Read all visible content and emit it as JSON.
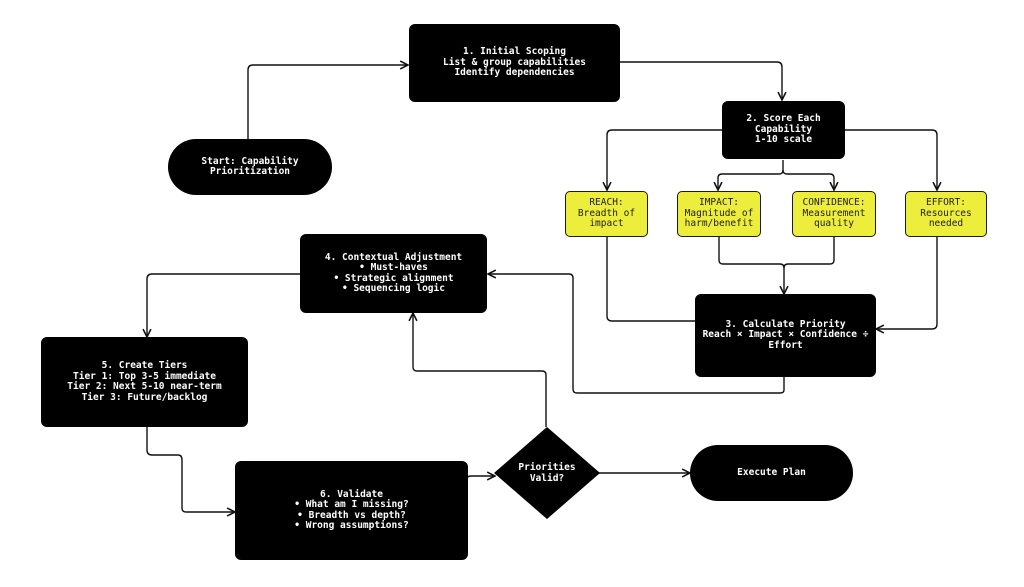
{
  "diagram": {
    "type": "flowchart",
    "colors": {
      "process": "#000000",
      "process_text": "#ffffff",
      "note": "#eded3c",
      "note_text": "#222222",
      "edge": "#111111"
    },
    "nodes": {
      "start": {
        "label": "Start: Capability\nPrioritization",
        "shape": "terminal"
      },
      "scoping": {
        "label": "1. Initial Scoping\nList & group capabilities\nIdentify dependencies",
        "shape": "process"
      },
      "score": {
        "label": "2. Score Each\nCapability\n1-10 scale",
        "shape": "process"
      },
      "reach": {
        "label": "REACH:\nBreadth of\nimpact",
        "shape": "note"
      },
      "impact": {
        "label": "IMPACT:\nMagnitude of\nharm/benefit",
        "shape": "note"
      },
      "confidence": {
        "label": "CONFIDENCE:\nMeasurement\nquality",
        "shape": "note"
      },
      "effort": {
        "label": "EFFORT:\nResources\nneeded",
        "shape": "note"
      },
      "calculate": {
        "label": "3. Calculate Priority\nReach × Impact × Confidence ÷\nEffort",
        "shape": "process"
      },
      "contextual": {
        "label": "4. Contextual Adjustment\n• Must-haves\n• Strategic alignment\n• Sequencing logic",
        "shape": "process"
      },
      "tiers": {
        "label": "5. Create Tiers\nTier 1: Top 3-5 immediate\nTier 2: Next 5-10 near-term\nTier 3: Future/backlog",
        "shape": "process"
      },
      "validate": {
        "label": "6. Validate\n• What am I missing?\n• Breadth vs depth?\n• Wrong assumptions?",
        "shape": "process"
      },
      "decision": {
        "label": "Priorities\nValid?",
        "shape": "decision"
      },
      "execute": {
        "label": "Execute Plan",
        "shape": "terminal"
      }
    },
    "edges": [
      {
        "from": "start",
        "to": "scoping"
      },
      {
        "from": "scoping",
        "to": "score"
      },
      {
        "from": "score",
        "to": "reach"
      },
      {
        "from": "score",
        "to": "impact"
      },
      {
        "from": "score",
        "to": "confidence"
      },
      {
        "from": "score",
        "to": "effort"
      },
      {
        "from": "reach",
        "to": "calculate"
      },
      {
        "from": "impact",
        "to": "calculate"
      },
      {
        "from": "confidence",
        "to": "calculate"
      },
      {
        "from": "effort",
        "to": "calculate"
      },
      {
        "from": "calculate",
        "to": "contextual"
      },
      {
        "from": "contextual",
        "to": "tiers"
      },
      {
        "from": "tiers",
        "to": "validate"
      },
      {
        "from": "validate",
        "to": "decision"
      },
      {
        "from": "decision",
        "to": "contextual"
      },
      {
        "from": "decision",
        "to": "execute"
      }
    ]
  }
}
